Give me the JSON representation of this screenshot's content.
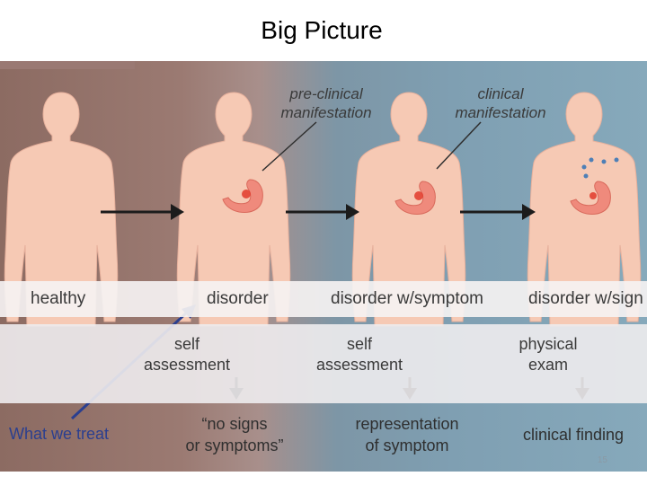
{
  "slide": {
    "title": "Big Picture",
    "page_number": "15"
  },
  "annotations": {
    "preclinical": "pre-clinical\nmanifestation",
    "clinical": "clinical\nmanifestation"
  },
  "stages": [
    "healthy",
    "disorder",
    "disorder w/symptom",
    "disorder w/sign"
  ],
  "assessments": [
    {
      "text": "self\nassessment"
    },
    {
      "text": "self\nassessment"
    },
    {
      "text": "physical\nexam"
    }
  ],
  "results": [
    {
      "text": "“no signs\nor symptoms”"
    },
    {
      "text": "representation\nof symptom"
    },
    {
      "text": "clinical finding"
    }
  ],
  "callout": {
    "label": "What we treat",
    "color": "#2b3f8f"
  },
  "colors": {
    "skin": "#f6c9b4",
    "stomach": "#ef8a7c",
    "lesion": "#e23a2a"
  }
}
